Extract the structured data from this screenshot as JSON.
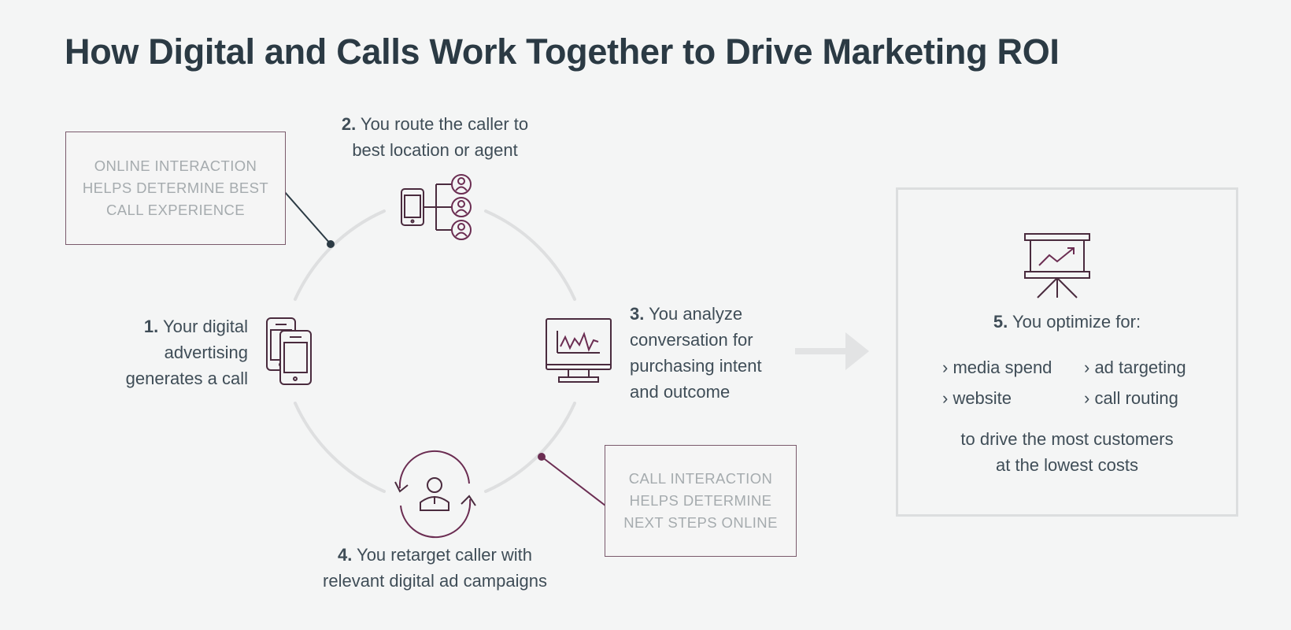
{
  "title": "How Digital and Calls Work Together to Drive Marketing ROI",
  "colors": {
    "accent": "#6b2d52",
    "text": "#3a4a55",
    "circle": "#dedfe0",
    "muted": "#a5abae",
    "background": "#f4f5f5"
  },
  "steps": [
    {
      "num": "1.",
      "line1": "Your digital",
      "line2": "advertising",
      "line3": "generates a call",
      "icon": "mobile-phones-icon"
    },
    {
      "num": "2.",
      "line1": "You route the caller to",
      "line2": "best location or agent",
      "icon": "call-routing-icon"
    },
    {
      "num": "3.",
      "line1": "You analyze",
      "line2": "conversation for",
      "line3": "purchasing intent",
      "line4": "and outcome",
      "icon": "monitor-chart-icon"
    },
    {
      "num": "4.",
      "line1": "You retarget caller with",
      "line2": "relevant digital ad campaigns",
      "icon": "retarget-user-icon"
    }
  ],
  "notes": {
    "online": {
      "line1": "ONLINE INTERACTION",
      "line2": "HELPS DETERMINE BEST",
      "line3": "CALL EXPERIENCE"
    },
    "call": {
      "line1": "CALL INTERACTION",
      "line2": "HELPS DETERMINE",
      "line3": "NEXT STEPS ONLINE"
    }
  },
  "optimize": {
    "num": "5.",
    "heading": "You optimize for:",
    "items": [
      "› media spend",
      "› ad targeting",
      "› website",
      "› call routing"
    ],
    "footer_line1": "to drive the most customers",
    "footer_line2": "at the lowest costs",
    "icon": "presentation-chart-icon"
  }
}
